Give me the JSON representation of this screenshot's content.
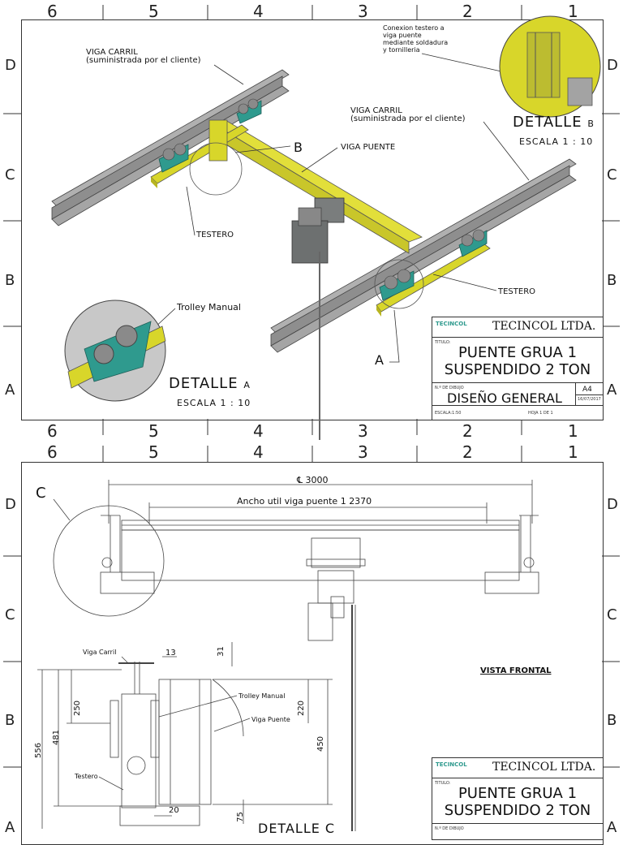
{
  "sheet1": {
    "zone_numbers": [
      "6",
      "5",
      "4",
      "3",
      "2",
      "1"
    ],
    "zone_letters": [
      "D",
      "C",
      "B",
      "A"
    ],
    "labels": {
      "viga_carril_1": "VIGA CARRIL\n(suministrada por el cliente)",
      "viga_carril_2": "VIGA CARRIL\n(suministrada por el cliente)",
      "viga_puente": "VIGA PUENTE",
      "testero_1": "TESTERO",
      "testero_2": "TESTERO",
      "trolley": "Trolley Manual",
      "callout_b": "B",
      "callout_a": "A",
      "conexion": "Conexion testero a\nviga puente\nmediante soldadura\ny tornilleria"
    },
    "detalle_b": {
      "title": "DETALLE",
      "letter": "B",
      "scale": "ESCALA 1 : 10"
    },
    "detalle_a": {
      "title": "DETALLE",
      "letter": "A",
      "scale": "ESCALA 1 : 10"
    },
    "title_block": {
      "logo_text": "TECINCOL",
      "company": "TECINCOL LTDA.",
      "titulo_label": "TITULO:",
      "title_line1": "PUENTE GRUA 1",
      "title_line2": "SUSPENDIDO 2 TON",
      "dibujo_label": "N.º DE DIBUJO",
      "drawing_name": "DISEÑO GENERAL",
      "size": "A4",
      "date": "16/07/2017",
      "escala": "ESCALA:1:50",
      "hoja": "HOJA 1 DE 1"
    }
  },
  "sheet2": {
    "zone_numbers": [
      "6",
      "5",
      "4",
      "3",
      "2",
      "1"
    ],
    "zone_letters": [
      "D",
      "C",
      "B",
      "A"
    ],
    "dims": {
      "span": "℄ 3000",
      "ancho": "Ancho util viga puente 1  2370",
      "d13": "13",
      "d31": "31",
      "d250": "250",
      "d481": "481",
      "d556": "556",
      "d220": "220",
      "d450": "450",
      "d20": "20",
      "d75": "75"
    },
    "labels": {
      "callout_c": "C",
      "viga_carril": "Viga Carril",
      "trolley": "Trolley Manual",
      "viga_puente": "Viga Puente",
      "testero": "Testero",
      "vista_frontal": "VISTA FRONTAL",
      "detalle_c": "DETALLE C"
    },
    "title_block": {
      "logo_text": "TECINCOL",
      "company": "TECINCOL LTDA.",
      "titulo_label": "TITULO:",
      "title_line1": "PUENTE GRUA 1",
      "title_line2": "SUSPENDIDO 2 TON",
      "dibujo_label": "N.º DE DIBUJO"
    }
  },
  "colors": {
    "beam_gray": "#9a9a9a",
    "yellow": "#d8d62a",
    "teal": "#2f9a8e",
    "hoist_gray": "#6d7070",
    "line": "#222222"
  }
}
